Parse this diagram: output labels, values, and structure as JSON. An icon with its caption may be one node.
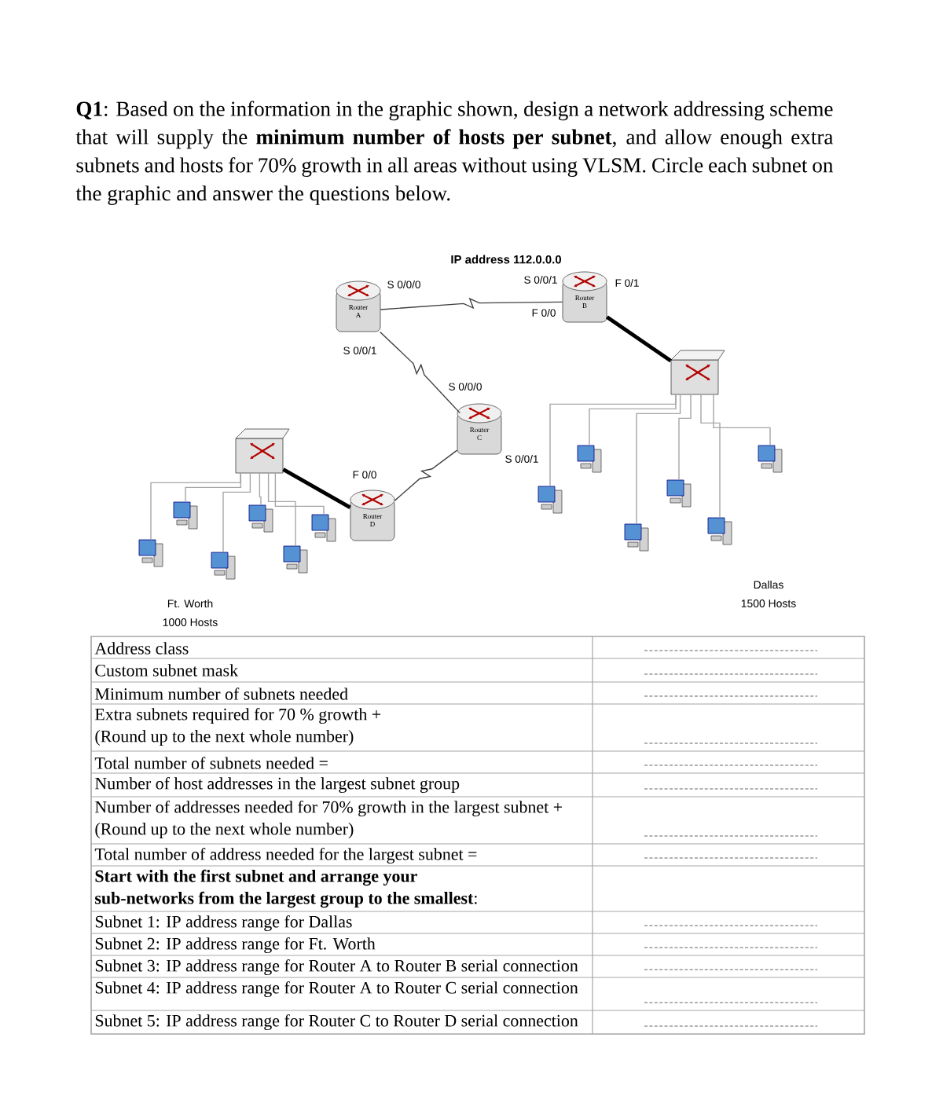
{
  "diagram": {
    "nodes": [
      {
        "text": [
          "Router A"
        ],
        "beside": [
          "S 0/0/0",
          "S 0/0/1"
        ]
      },
      {
        "text": [
          "Router B"
        ],
        "beside": [
          "S 0/0/1",
          "F 0/0",
          "F 0/1"
        ]
      },
      {
        "text": [
          "Router C"
        ],
        "beside": [
          "S 0/0/0",
          "S 0/0/1"
        ]
      },
      {
        "text": [
          "Router D"
        ],
        "beside": [
          "F 0/0"
        ]
      },
      {
        "text": [],
        "shape": "box"
      },
      {
        "text": [],
        "shape": "box"
      },
      {
        "text": [],
        "shape": "computer"
      },
      {
        "text": [],
        "shape": "computer"
      },
      {
        "text": [],
        "shape": "computer"
      },
      {
        "text": [],
        "shape": "computer"
      },
      {
        "text": [],
        "shape": "computer"
      },
      {
        "text": [],
        "shape": "computer"
      },
      {
        "text": [],
        "shape": "computer"
      },
      {
        "text": [],
        "shape": "computer"
      },
      {
        "text": [],
        "shape": "computer"
      },
      {
        "text": [],
        "shape": "computer"
      },
      {
        "text": [],
        "shape": "computer"
      },
      {
        "text": [],
        "shape": "computer"
      }
    ],
    "edges": [
      {
        "from": 0,
        "to": 1,
        "arrow": "none",
        "color": "#404040"
      },
      {
        "from": 0,
        "to": 2,
        "arrow": "none",
        "color": "#404040"
      },
      {
        "from": 2,
        "to": 3,
        "arrow": "none",
        "color": "#404040"
      },
      {
        "from": 1,
        "to": 5,
        "arrow": "none",
        "style": "thick",
        "color": "#000000"
      },
      {
        "from": 3,
        "to": 4,
        "arrow": "none",
        "style": "thick",
        "color": "#000000"
      },
      {
        "from": 4,
        "to": 6,
        "arrow": "none"
      },
      {
        "from": 4,
        "to": 7,
        "arrow": "none"
      },
      {
        "from": 4,
        "to": 8,
        "arrow": "none"
      },
      {
        "from": 4,
        "to": 9,
        "arrow": "none"
      },
      {
        "from": 4,
        "to": 10,
        "arrow": "none"
      },
      {
        "from": 4,
        "to": 11,
        "arrow": "none"
      },
      {
        "from": 5,
        "to": 12,
        "arrow": "none"
      },
      {
        "from": 5,
        "to": 13,
        "arrow": "none"
      },
      {
        "from": 5,
        "to": 14,
        "arrow": "none"
      },
      {
        "from": 5,
        "to": 15,
        "arrow": "none"
      },
      {
        "from": 5,
        "to": 16,
        "arrow": "none"
      },
      {
        "from": 5,
        "to": 17,
        "arrow": "none"
      }
    ],
    "labels": [
      "**Q1**: Based on the information in the graphic shown, design a network addressing scheme that will supply the **minimum number of hosts per subnet**, and allow enough extra subnets and hosts for 70% growth in all areas without using VLSM. Circle each subnet on the graphic and answer the questions below.",
      "IP address 112.0.0.0",
      "Ft. Worth",
      "1000 Hosts",
      "Dallas",
      "1500 Hosts",
      "Address class",
      "Custom subnet mask",
      "Minimum number of subnets needed",
      "Extra subnets required for 70 % growth +",
      "(Round up to the next whole number)",
      "Total number of subnets needed =",
      "Number of host addresses in the largest subnet group",
      "Number of addresses needed for 70% growth in the largest subnet +",
      "(Round up to the next whole number)",
      "Total number of address needed for the largest subnet =",
      "Start with the first subnet and arrange your",
      "**sub-networks from the largest group to the smallest**:",
      "Subnet 1: IP address range for Dallas",
      "Subnet 2: IP address range for Ft. Worth",
      "Subnet 3: IP address range for Router A to Router B serial connection",
      "Subnet 4: IP address range for Router A to Router C serial connection",
      "Subnet 5: IP address range for Router C to Router D serial connection"
    ]
  }
}
